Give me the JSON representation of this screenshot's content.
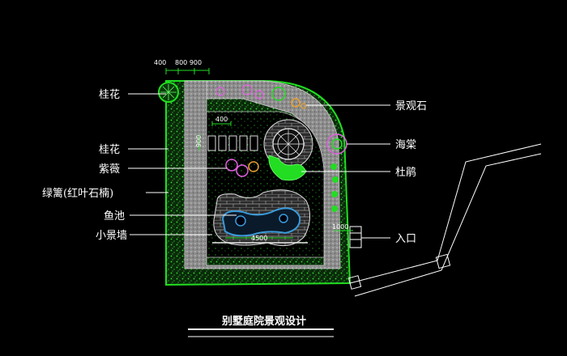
{
  "drawing": {
    "title": "别墅庭院景观设计",
    "labels_left": {
      "osmanthus_top": "桂花",
      "osmanthus_mid": "桂花",
      "crape_myrtle": "紫薇",
      "hedge": "绿篱(红叶石楠)",
      "fish_pond": "鱼池",
      "small_wall": "小景墙"
    },
    "labels_right": {
      "landscape_stone": "景观石",
      "crabapple": "海棠",
      "azalea": "杜鹃",
      "entrance": "入口"
    },
    "dimensions": {
      "d400_top": "400",
      "d800_900": "800 900",
      "d400_inner": "400",
      "d900_side": "900",
      "d4500": "4500",
      "d1000": "1000"
    }
  },
  "colors": {
    "background": "#000000",
    "green": "#22dd22",
    "leader": "#ffffff",
    "path": "#a8a8a8",
    "pond": "#3a9ad9",
    "flower": "#e060e0",
    "tree": "#e8a030"
  }
}
